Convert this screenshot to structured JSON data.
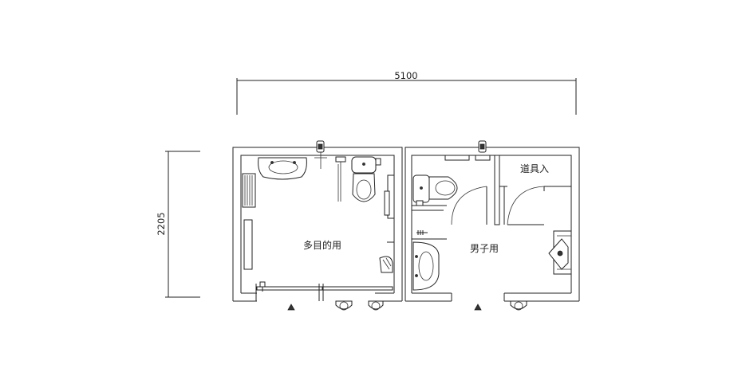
{
  "dimensions": {
    "width": "5100",
    "depth": "2205"
  },
  "rooms": [
    {
      "id": "multipurpose",
      "label": "多目的用"
    },
    {
      "id": "mens",
      "label": "男子用"
    },
    {
      "id": "storage",
      "label": "道具入"
    }
  ]
}
